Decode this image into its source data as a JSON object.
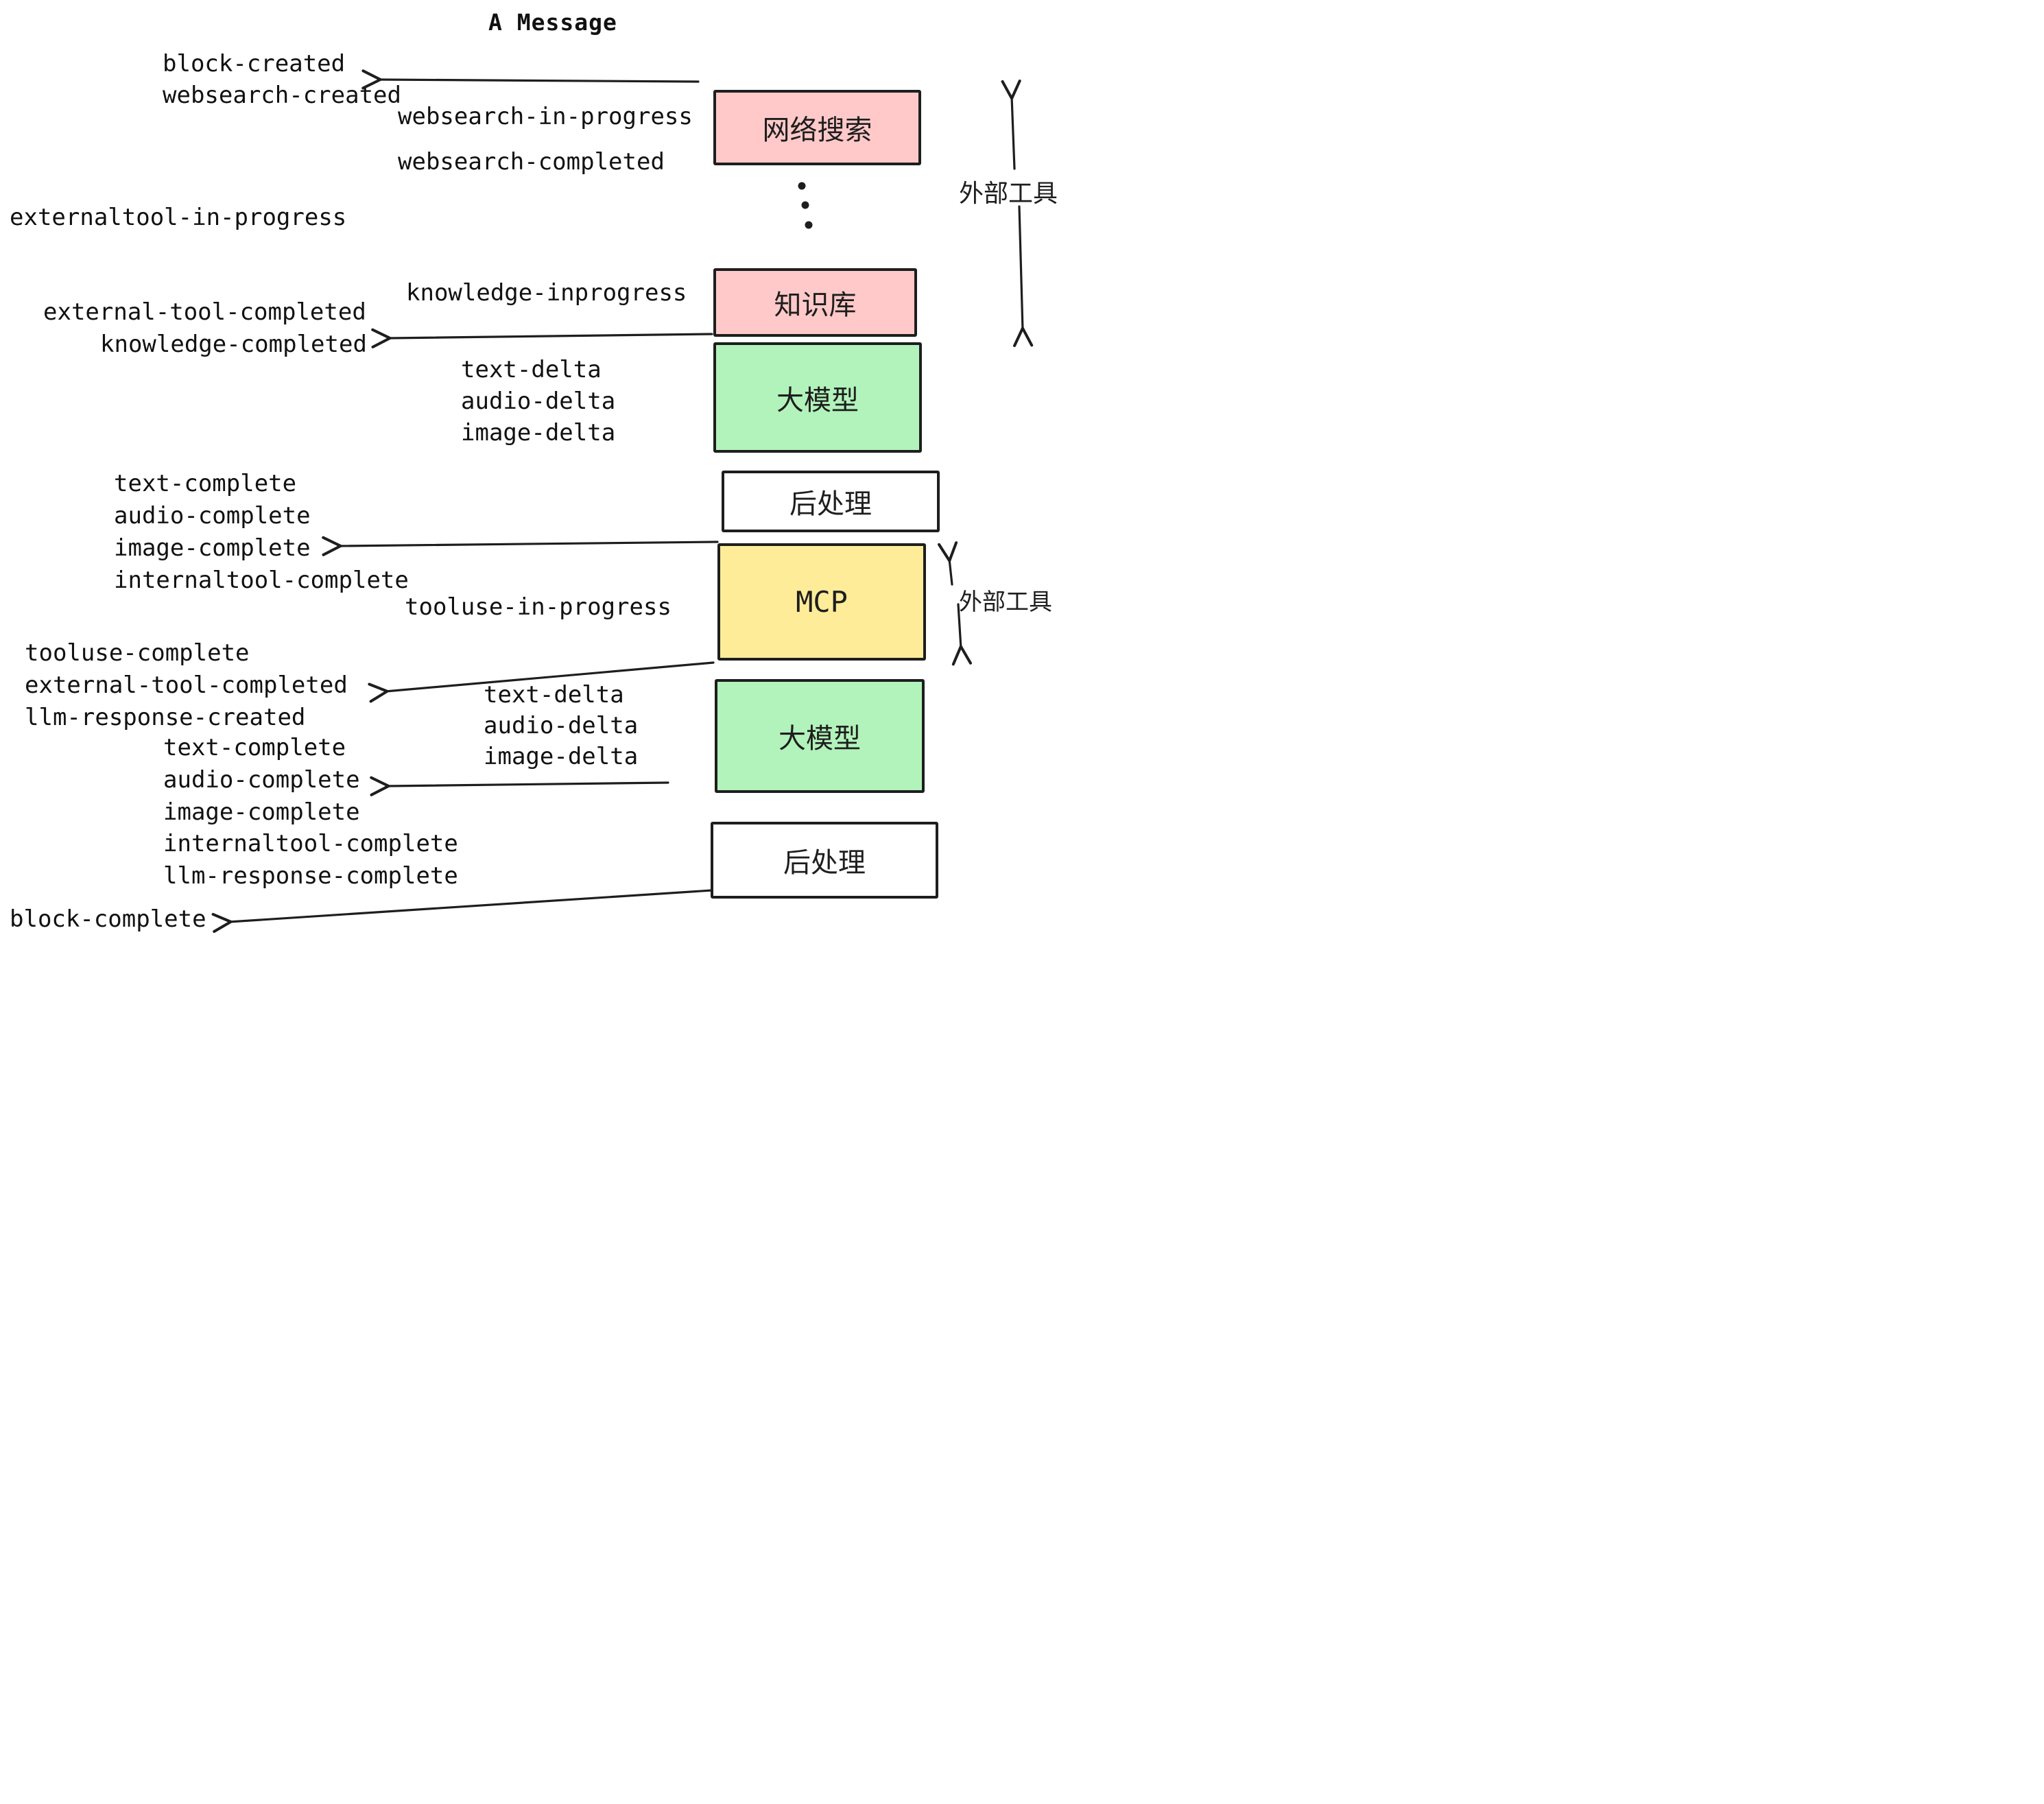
{
  "title": "A Message",
  "boxes": {
    "websearch": {
      "label": "网络搜索"
    },
    "knowledge": {
      "label": "知识库"
    },
    "llm1": {
      "label": "大模型"
    },
    "post1": {
      "label": "后处理"
    },
    "mcp": {
      "label": "MCP"
    },
    "llm2": {
      "label": "大模型"
    },
    "post2": {
      "label": "后处理"
    }
  },
  "side_labels": {
    "external_tools_1": "外部工具",
    "external_tools_2": "外部工具"
  },
  "left_events": {
    "block_created": "block-created",
    "websearch_created": "websearch-created",
    "externaltool_in_progress": "externaltool-in-progress",
    "external_tool_completed": "external-tool-completed",
    "knowledge_completed": "knowledge-completed",
    "text_complete": "text-complete",
    "audio_complete": "audio-complete",
    "image_complete": "image-complete",
    "internaltool_complete": "internaltool-complete",
    "tooluse_complete": "tooluse-complete",
    "external_tool_completed_2": "external-tool-completed",
    "llm_response_created": "llm-response-created",
    "text_complete_2": "text-complete",
    "audio_complete_2": "audio-complete",
    "image_complete_2": "image-complete",
    "internaltool_complete_2": "internaltool-complete",
    "llm_response_complete": "llm-response-complete",
    "block_complete": "block-complete"
  },
  "mid_events": {
    "websearch_in_progress": "websearch-in-progress",
    "websearch_completed": "websearch-completed",
    "knowledge_inprogress": "knowledge-inprogress",
    "text_delta": "text-delta",
    "audio_delta": "audio-delta",
    "image_delta": "image-delta",
    "tooluse_in_progress": "tooluse-in-progress",
    "text_delta_2": "text-delta",
    "audio_delta_2": "audio-delta",
    "image_delta_2": "image-delta"
  },
  "colors": {
    "box_pink": "#ffc9c9",
    "box_green": "#b2f2bb",
    "box_yellow": "#ffec99",
    "box_white": "#ffffff",
    "stroke": "#1e1e1e"
  }
}
